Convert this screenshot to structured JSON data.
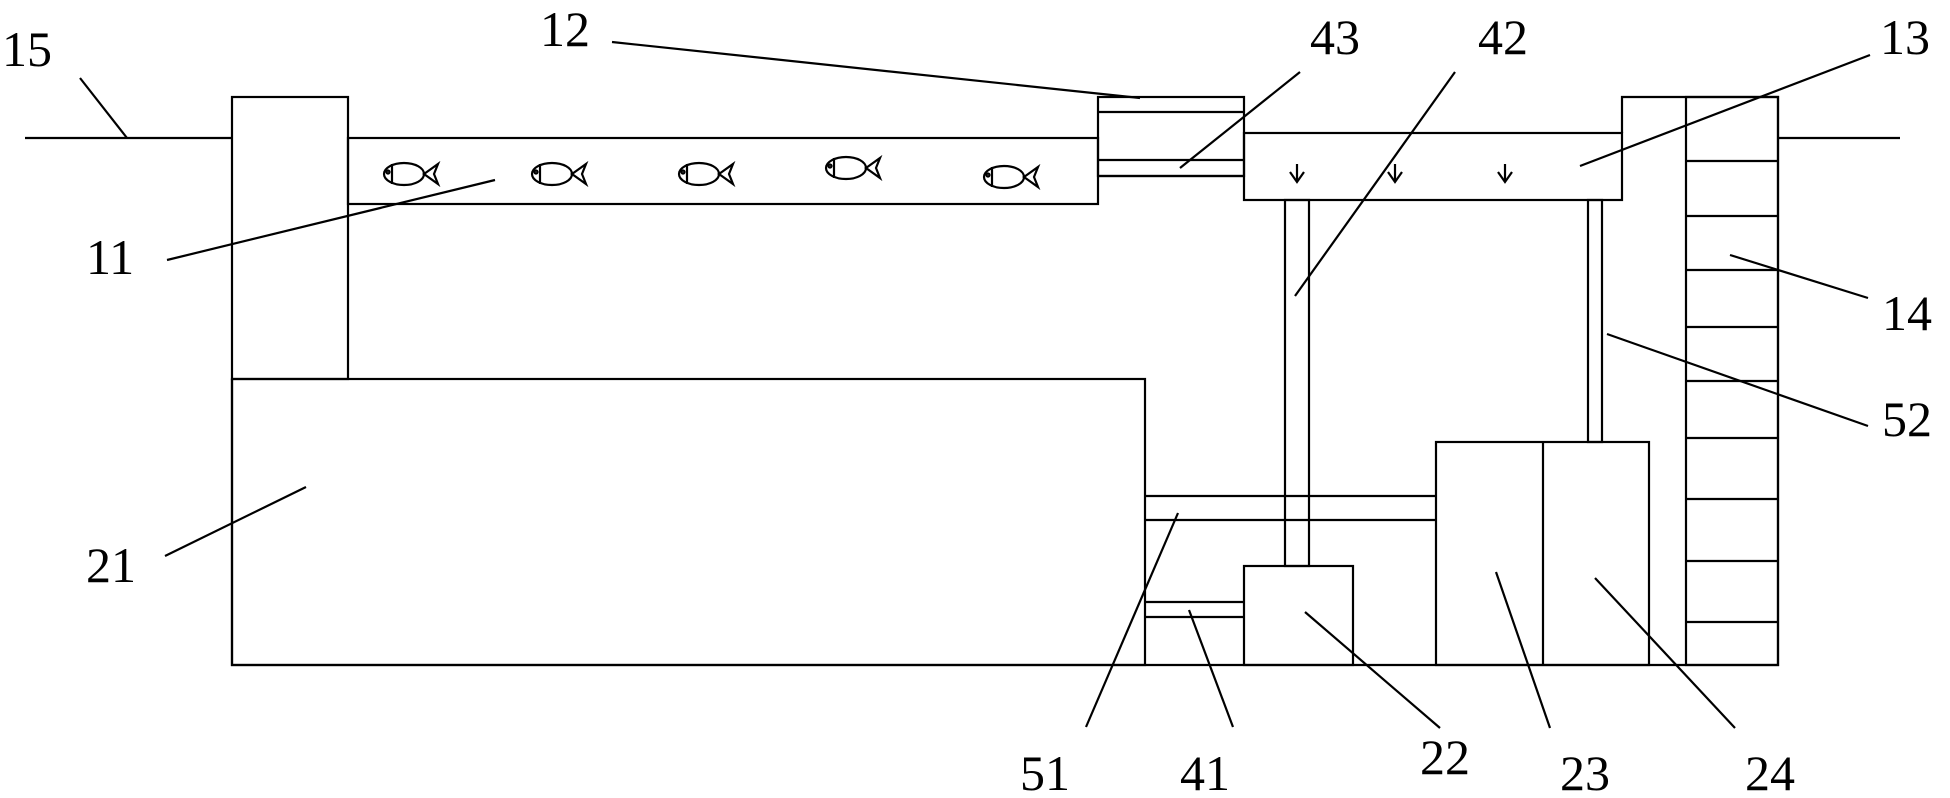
{
  "figure": {
    "labels": {
      "l15": "15",
      "l12": "12",
      "l43": "43",
      "l42": "42",
      "l13": "13",
      "l11": "11",
      "l14": "14",
      "l52": "52",
      "l21": "21",
      "l51": "51",
      "l41": "41",
      "l22": "22",
      "l23": "23",
      "l24": "24"
    },
    "fish_count": 5,
    "arrow_count": 3
  }
}
